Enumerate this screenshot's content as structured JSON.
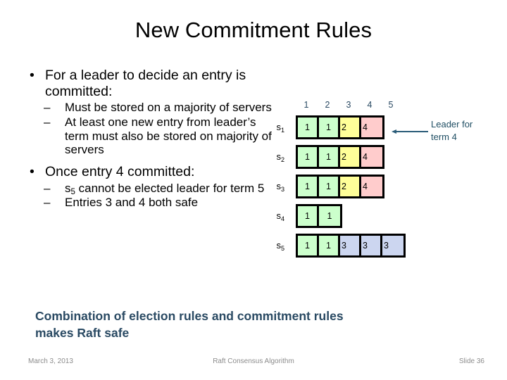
{
  "slide": {
    "title": "New Commitment Rules"
  },
  "body": {
    "bullet1": {
      "marker": "•",
      "text": "For a leader to decide an entry is committed:",
      "sub": [
        {
          "marker": "–",
          "text": "Must be stored on a majority of servers"
        },
        {
          "marker": "–",
          "text": "At least one new entry from leader’s term must also be stored on majority of servers"
        }
      ]
    },
    "bullet2": {
      "marker": "•",
      "text": "Once entry 4 committed:",
      "sub": [
        {
          "marker": "–",
          "text_before": "s",
          "sub_index": "5",
          "text_after": " cannot be elected leader for term 5"
        },
        {
          "marker": "–",
          "text": "Entries 3 and 4 both safe"
        }
      ]
    }
  },
  "diagram": {
    "column_headers": [
      "1",
      "2",
      "3",
      "4",
      "5"
    ],
    "servers": [
      {
        "label_base": "s",
        "label_sub": "1",
        "entries": [
          {
            "term": "1",
            "color_name": "green"
          },
          {
            "term": "1",
            "color_name": "green"
          },
          {
            "term": "2",
            "color_name": "yellow"
          },
          {
            "term": "4",
            "color_name": "pink"
          }
        ]
      },
      {
        "label_base": "s",
        "label_sub": "2",
        "entries": [
          {
            "term": "1",
            "color_name": "green"
          },
          {
            "term": "1",
            "color_name": "green"
          },
          {
            "term": "2",
            "color_name": "yellow"
          },
          {
            "term": "4",
            "color_name": "pink"
          }
        ]
      },
      {
        "label_base": "s",
        "label_sub": "3",
        "entries": [
          {
            "term": "1",
            "color_name": "green"
          },
          {
            "term": "1",
            "color_name": "green"
          },
          {
            "term": "2",
            "color_name": "yellow"
          },
          {
            "term": "4",
            "color_name": "pink"
          }
        ]
      },
      {
        "label_base": "s",
        "label_sub": "4",
        "entries": [
          {
            "term": "1",
            "color_name": "green"
          },
          {
            "term": "1",
            "color_name": "green"
          }
        ]
      },
      {
        "label_base": "s",
        "label_sub": "5",
        "entries": [
          {
            "term": "1",
            "color_name": "green"
          },
          {
            "term": "1",
            "color_name": "green"
          },
          {
            "term": "3",
            "color_name": "blue"
          },
          {
            "term": "3",
            "color_name": "blue"
          },
          {
            "term": "3",
            "color_name": "blue"
          }
        ]
      }
    ],
    "annotation": {
      "line1": "Leader for",
      "line2": "term 4",
      "arrow_icon": "arrow-left-icon"
    },
    "colors": {
      "green": "#ccffcc",
      "yellow": "#ffff99",
      "pink": "#ffcccc",
      "blue": "#ccd6f0",
      "header_text": "#2a4a63",
      "annotation_text": "#1f4e63",
      "arrow": "#2a5b78"
    }
  },
  "conclusion": {
    "line1": "Combination of election rules and commitment rules",
    "line2": "makes Raft safe",
    "color": "#2a4a63"
  },
  "footer": {
    "date": "March 3, 2013",
    "center": "Raft Consensus Algorithm",
    "slide_number": "Slide 36",
    "color": "#8c8c8c"
  }
}
